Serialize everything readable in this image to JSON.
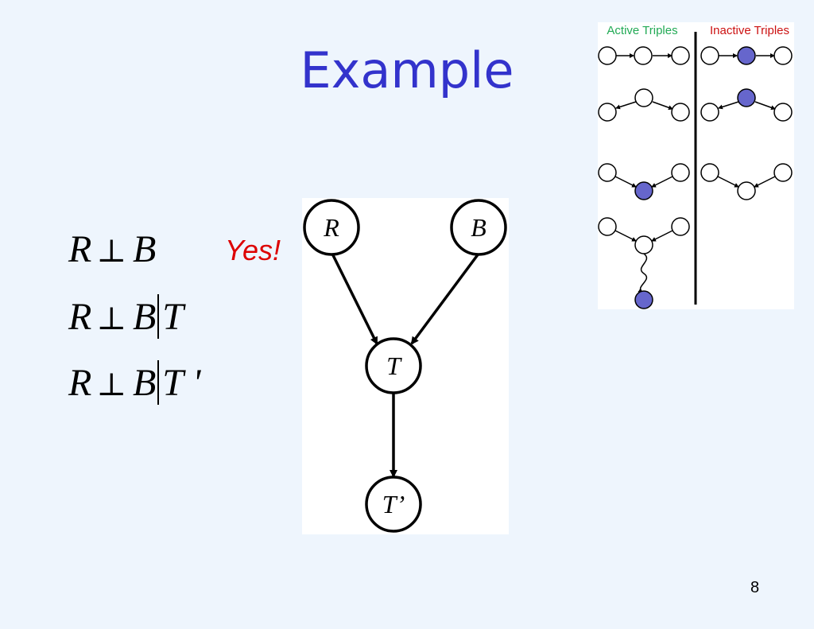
{
  "slide": {
    "title": "Example",
    "page_number": "8"
  },
  "statements": [
    {
      "left": "R",
      "symbol": "⊥",
      "right": "B",
      "given": ""
    },
    {
      "left": "R",
      "symbol": "⊥",
      "right": "B",
      "given": "T"
    },
    {
      "left": "R",
      "symbol": "⊥",
      "right": "B",
      "given": "T '"
    }
  ],
  "answer": "Yes!",
  "graph": {
    "nodes": {
      "r": "R",
      "b": "B",
      "t": "T",
      "t_prime": "T’"
    }
  },
  "triples": {
    "active_header": "Active Triples",
    "inactive_header": "Inactive Triples",
    "active_color": "#22aa55",
    "inactive_color": "#cc1111",
    "observed_fill": "#6666cc"
  }
}
